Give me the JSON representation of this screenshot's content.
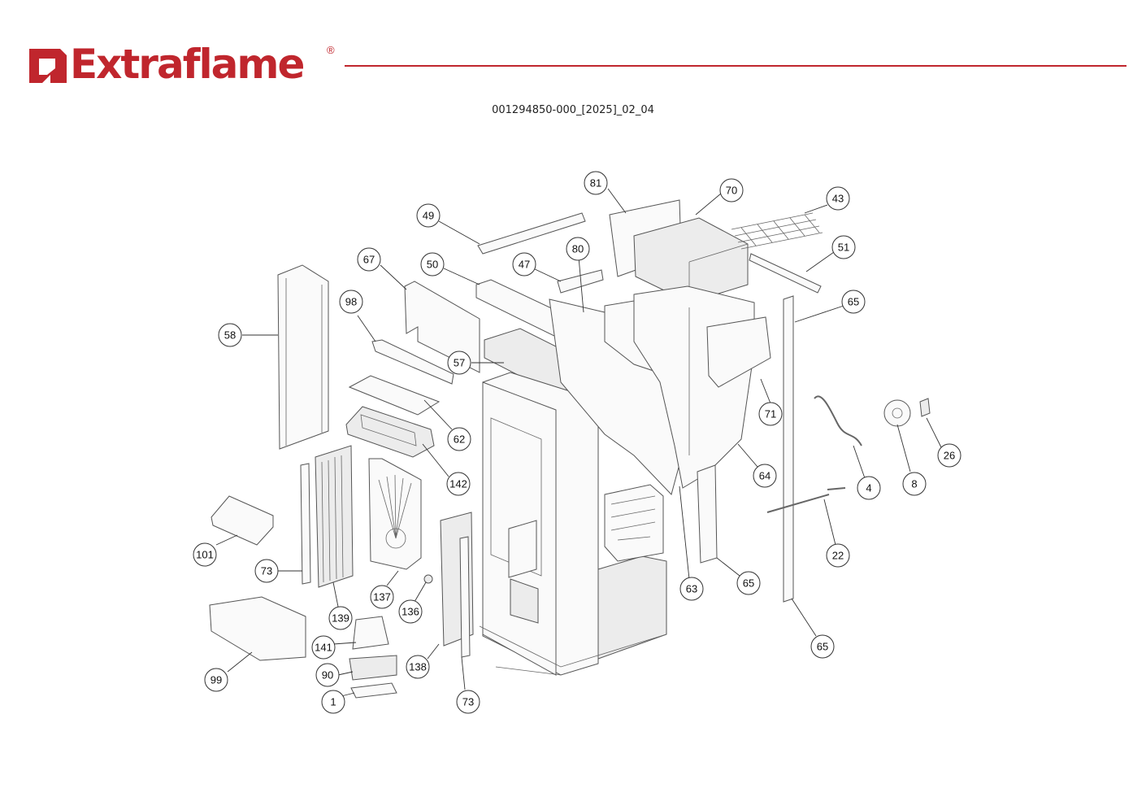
{
  "brand": {
    "name": "Extraflame",
    "registered_mark": "®",
    "color": "#c0262d"
  },
  "document": {
    "code": "001294850-000_[2025]_02_04"
  },
  "callouts": [
    {
      "id": "81",
      "label": "81"
    },
    {
      "id": "70",
      "label": "70"
    },
    {
      "id": "43",
      "label": "43"
    },
    {
      "id": "49",
      "label": "49"
    },
    {
      "id": "51",
      "label": "51"
    },
    {
      "id": "67",
      "label": "67"
    },
    {
      "id": "50",
      "label": "50"
    },
    {
      "id": "47",
      "label": "47"
    },
    {
      "id": "80",
      "label": "80"
    },
    {
      "id": "65a",
      "label": "65"
    },
    {
      "id": "98",
      "label": "98"
    },
    {
      "id": "58",
      "label": "58"
    },
    {
      "id": "57",
      "label": "57"
    },
    {
      "id": "71",
      "label": "71"
    },
    {
      "id": "62",
      "label": "62"
    },
    {
      "id": "26",
      "label": "26"
    },
    {
      "id": "142",
      "label": "142"
    },
    {
      "id": "64",
      "label": "64"
    },
    {
      "id": "8",
      "label": "8"
    },
    {
      "id": "4",
      "label": "4"
    },
    {
      "id": "101",
      "label": "101"
    },
    {
      "id": "22",
      "label": "22"
    },
    {
      "id": "73a",
      "label": "73"
    },
    {
      "id": "65b",
      "label": "65"
    },
    {
      "id": "63",
      "label": "63"
    },
    {
      "id": "137",
      "label": "137"
    },
    {
      "id": "136",
      "label": "136"
    },
    {
      "id": "139",
      "label": "139"
    },
    {
      "id": "141",
      "label": "141"
    },
    {
      "id": "65c",
      "label": "65"
    },
    {
      "id": "138",
      "label": "138"
    },
    {
      "id": "90",
      "label": "90"
    },
    {
      "id": "99",
      "label": "99"
    },
    {
      "id": "1",
      "label": "1"
    },
    {
      "id": "73b",
      "label": "73"
    }
  ]
}
